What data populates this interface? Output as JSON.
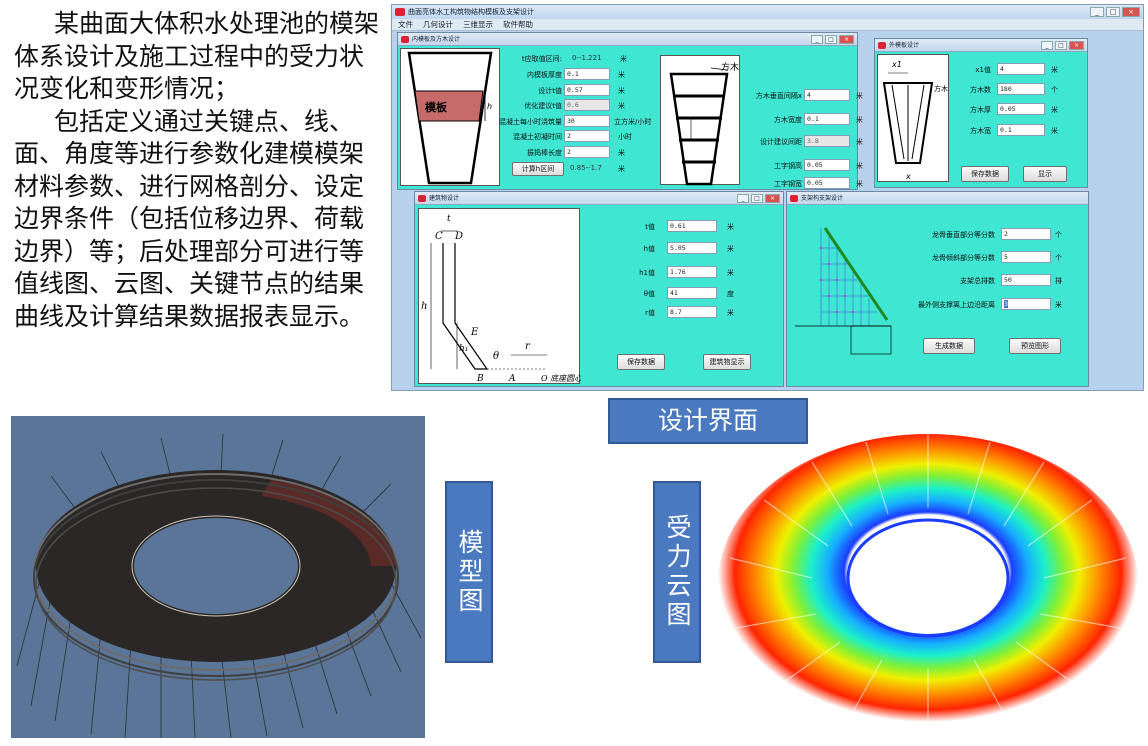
{
  "intro": {
    "paragraph1": "某曲面大体积水处理池的模架体系设计及施工过程中的受力状况变化和变形情况；",
    "paragraph2": "包括定义通过关键点、线、面、角度等进行参数化建模模架材料参数、进行网格剖分、设定边界条件（包括位移边界、荷载边界）等；后处理部分可进行等值线图、云图、关键节点的结果曲线及计算结果数据报表显示。"
  },
  "app": {
    "title": "曲面亮体水工构筑物结构模板及支架设计",
    "menu": [
      "文件",
      "几何设计",
      "三维显示",
      "软件帮助"
    ],
    "win_min": "_",
    "win_max": "□",
    "win_close": "×"
  },
  "inner_panel": {
    "title": "内模板及方木设计",
    "diagram_label": "模板",
    "fields": [
      {
        "label": "t应取值区间:",
        "value": "0--1.221",
        "unit": "米",
        "readonly": true,
        "plain": true
      },
      {
        "label": "内模板厚度",
        "value": "0.1",
        "unit": "米"
      },
      {
        "label": "设计t值",
        "value": "0.57",
        "unit": "米"
      },
      {
        "label": "优化建议t值",
        "value": "0.6",
        "unit": "米",
        "readonly": true
      },
      {
        "label": "混凝土每小时浇筑量",
        "value": "30",
        "unit": "立方米/小时"
      },
      {
        "label": "混凝土初凝时间",
        "value": "2",
        "unit": "小时"
      },
      {
        "label": "振捣棒长度",
        "value": "2",
        "unit": "米"
      }
    ],
    "calc_button": "计算h区间",
    "calc_result": "0.85--1.7",
    "calc_unit": "米",
    "right_fields": [
      {
        "label": "方木垂直间隔x",
        "value": "4",
        "unit": "米"
      },
      {
        "label": "方木宽度",
        "value": "0.1",
        "unit": "米"
      },
      {
        "label": "设计建议间距",
        "value": "3.8",
        "unit": "米",
        "readonly": true
      },
      {
        "label": "工字钢高",
        "value": "0.05",
        "unit": "米"
      },
      {
        "label": "工字钢宽",
        "value": "0.05",
        "unit": "米"
      }
    ],
    "diagram2_label": "方木"
  },
  "outer_panel": {
    "title": "外模板设计",
    "diagram_top_label": "x1",
    "diagram_side_label": "方木",
    "diagram_bottom_label": "x",
    "fields": [
      {
        "label": "x1值",
        "value": "4",
        "unit": "米"
      },
      {
        "label": "方木数",
        "value": "180",
        "unit": "个"
      },
      {
        "label": "方木厚",
        "value": "0.05",
        "unit": "米"
      },
      {
        "label": "方木宽",
        "value": "0.1",
        "unit": "米"
      }
    ],
    "save_button": "保存数据",
    "show_button": "显示"
  },
  "building_panel": {
    "title": "建筑物设计",
    "diagram_labels": {
      "C": "C",
      "D": "D",
      "t": "t",
      "h": "h",
      "h1": "h₁",
      "E": "E",
      "theta": "θ",
      "r": "r",
      "B": "B",
      "A": "A",
      "O": "O 底座圆心"
    },
    "fields": [
      {
        "label": "t值",
        "value": "0.61",
        "unit": "米"
      },
      {
        "label": "h值",
        "value": "5.05",
        "unit": "米"
      },
      {
        "label": "h1值",
        "value": "1.76",
        "unit": "米"
      },
      {
        "label": "θ值",
        "value": "41",
        "unit": "度"
      },
      {
        "label": "r值",
        "value": "8.7",
        "unit": "米"
      }
    ],
    "save_button": "保存数据",
    "show_button": "建筑物显示"
  },
  "support_panel": {
    "title": "支架构支架设计",
    "fields": [
      {
        "label": "龙骨垂直部分等分数",
        "value": "2",
        "unit": "个"
      },
      {
        "label": "龙骨倾斜部分等分数",
        "value": "5",
        "unit": "个"
      },
      {
        "label": "支架总排数",
        "value": "50",
        "unit": "排"
      },
      {
        "label": "最外侧支撑离上边沿距离",
        "value": "3",
        "unit": "米",
        "selected": true
      }
    ],
    "generate_button": "生成数据",
    "preview_button": "预览图形"
  },
  "labels": {
    "design": "设计界面",
    "model": "模型图",
    "stress": "受力云图"
  }
}
